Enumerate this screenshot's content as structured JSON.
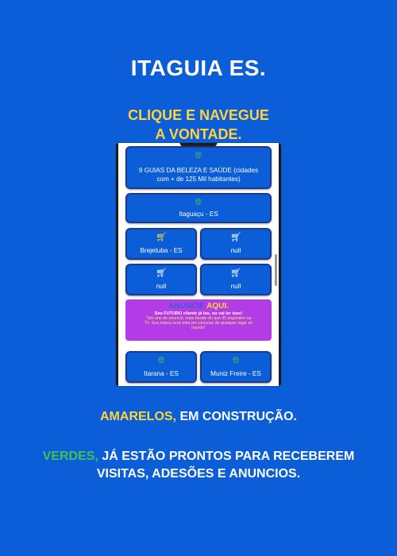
{
  "header": {
    "title": "ITAGUIA ES.",
    "subtitle_line1": "CLIQUE E NAVEGUE",
    "subtitle_line2": "A VONTADE."
  },
  "phone": {
    "cards": {
      "top": {
        "label_line1": "9 GUIAS DA BELEZA E SAÚDE (cidades",
        "label_line2": "com + de 125 Mil habitantes)",
        "icon": "globe-icon"
      },
      "itaguacu": {
        "label": "Itaguaçu - ES",
        "icon": "globe-icon"
      },
      "brejetuba": {
        "label": "Brejetuba - ES",
        "icon": "cart-icon"
      },
      "null1": {
        "label": "null",
        "icon": "cart-icon"
      },
      "null2": {
        "label": "null",
        "icon": "cart-icon"
      },
      "null3": {
        "label": "null",
        "icon": "cart-icon"
      },
      "itarana": {
        "label": "Itarana - ES",
        "icon": "globe-icon"
      },
      "muniz": {
        "label": "Muniz Freire - ES",
        "icon": "globe-icon"
      }
    },
    "ad": {
      "head_a": "ANUNCIE",
      "head_b": " AQUI.",
      "line1": "Seu FUTURO cliente já leu, ou vai ler isso!",
      "line2": "\"Um ano de anuncio, mais barato do que 30 segundos na TV. Sua marca será vista por pessoas de qualquer lugar do mundo\""
    }
  },
  "legend": {
    "yellow_word": "AMARELOS,",
    "yellow_rest": " EM CONSTRUÇÃO.",
    "green_word": "VERDES,",
    "green_rest": " JÁ ESTÃO PRONTOS PARA RECEBEREM",
    "line2": "VISITAS, ADESÕES E ANUNCIOS."
  },
  "colors": {
    "background": "#0b5ed7",
    "accent_yellow": "#ffd43b",
    "accent_green": "#40c057",
    "ad_purple": "#b43ce6"
  }
}
